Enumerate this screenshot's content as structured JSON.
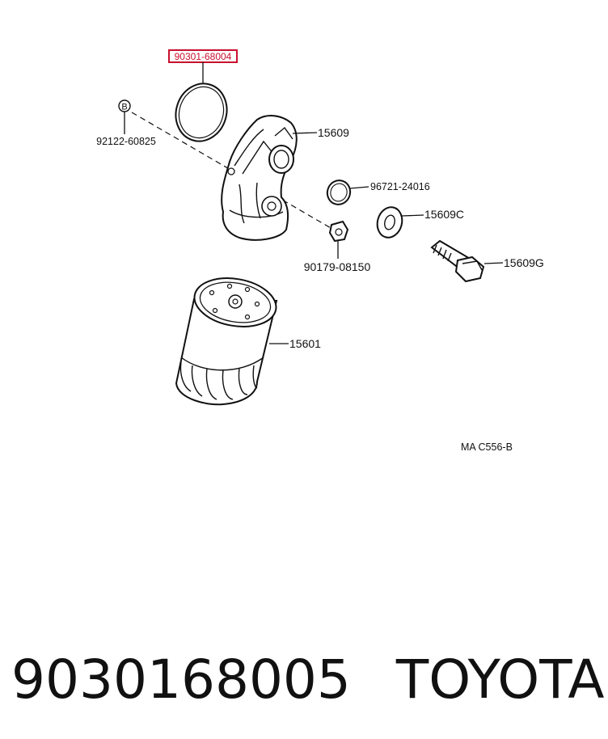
{
  "diagram": {
    "highlighted_part": "90301-68004",
    "callouts": [
      {
        "id": "p15609",
        "text": "15609"
      },
      {
        "id": "p92122",
        "text": "92122-60825"
      },
      {
        "id": "p96721",
        "text": "96721-24016"
      },
      {
        "id": "p15609c",
        "text": "15609C"
      },
      {
        "id": "p90179",
        "text": "90179-08150"
      },
      {
        "id": "p15609g",
        "text": "15609G"
      },
      {
        "id": "p15601",
        "text": "15601"
      }
    ],
    "marker_letter": "B",
    "drawing_code": "MA C556-B"
  },
  "footer": {
    "part_number": "9030168005",
    "brand": "TOYOTA"
  },
  "colors": {
    "highlight": "#c8102e",
    "ink": "#111111"
  }
}
